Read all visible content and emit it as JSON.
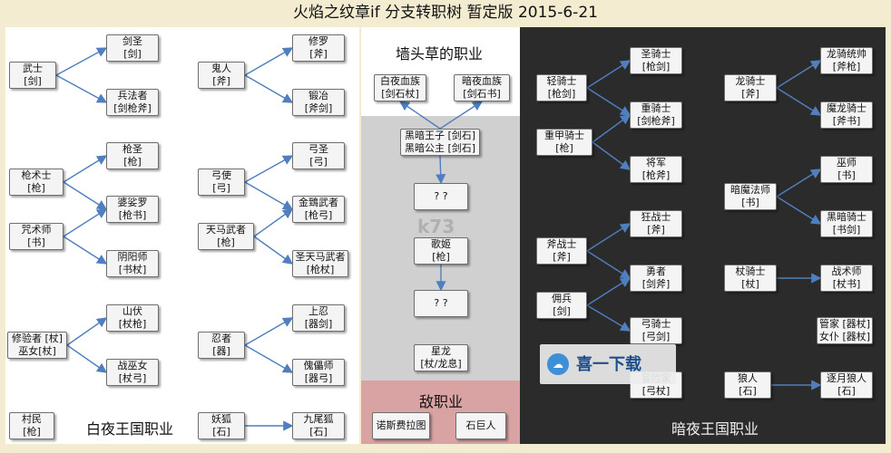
{
  "title": "火焰之纹章if 分支转职树 暂定版 2015-6-21",
  "panels": {
    "white": "白夜王国职业",
    "wall": "墙头草的职业",
    "enemy": "敌职业",
    "dark": "暗夜王国职业"
  },
  "nodes": {
    "bushi": [
      "武士",
      "[剑]"
    ],
    "kensei": [
      "剑圣",
      "[剑]"
    ],
    "heihosha": [
      "兵法者",
      "[剑枪斧]"
    ],
    "yarikenshi": [
      "枪术士",
      "[枪]"
    ],
    "yarisei": [
      "枪圣",
      "[枪]"
    ],
    "basara": [
      "婆娑罗",
      "[枪书]"
    ],
    "jujutsushi": [
      "咒术师",
      "[书]"
    ],
    "onmyouji": [
      "阴阳师",
      "[书杖]"
    ],
    "shugyosha": [
      "修验者 [杖]",
      "巫女[杖]"
    ],
    "yamabushi": [
      "山伏",
      "[杖枪]"
    ],
    "senmiko": [
      "战巫女",
      "[杖弓]"
    ],
    "sonmin": [
      "村民",
      "[枪]"
    ],
    "oni": [
      "鬼人",
      "[斧]"
    ],
    "shura": [
      "修罗",
      "[斧]"
    ],
    "kaji": [
      "锻冶",
      "[斧剑]"
    ],
    "yumitsukai": [
      "弓使",
      "[弓]"
    ],
    "yumisei": [
      "弓圣",
      "[弓]"
    ],
    "kinshi": [
      "金鵄武者",
      "[枪弓]"
    ],
    "tenma": [
      "天马武者",
      "[枪]"
    ],
    "seitenma": [
      "圣天马武者",
      "[枪杖]"
    ],
    "ninja": [
      "忍者",
      "[器]"
    ],
    "jonin": [
      "上忍",
      "[器剑]"
    ],
    "kugutsu": [
      "傀儡师",
      "[器弓]"
    ],
    "youko": [
      "妖狐",
      "[石]"
    ],
    "kyuubi": [
      "九尾狐",
      "[石]"
    ],
    "byakuya": [
      "白夜血族",
      "[剑石杖]"
    ],
    "anya": [
      "暗夜血族",
      "[剑石书]"
    ],
    "prince": [
      "黑暗王子 [剑石]",
      "黑暗公主 [剑石]"
    ],
    "unknown1": [
      "? ?"
    ],
    "utahime": [
      "歌姬",
      "[枪]"
    ],
    "unknown2": [
      "? ?"
    ],
    "seiryu": [
      "星龙",
      "[杖/龙息]"
    ],
    "nosferatu": [
      "诺斯费拉图"
    ],
    "golem": [
      "石巨人"
    ],
    "light_knight": [
      "轻骑士",
      "[枪剑]"
    ],
    "paladin": [
      "圣骑士",
      "[枪剑]"
    ],
    "heavy_knight": [
      "重甲骑士",
      "[枪]"
    ],
    "great_knight": [
      "重骑士",
      "[剑枪斧]"
    ],
    "general": [
      "将军",
      "[枪斧]"
    ],
    "axe_fighter": [
      "斧战士",
      "[斧]"
    ],
    "berserker": [
      "狂战士",
      "[斧]"
    ],
    "warrior": [
      "勇者",
      "[剑斧]"
    ],
    "mercenary": [
      "佣兵",
      "[剑]"
    ],
    "bow_knight": [
      "弓骑士",
      "[弓剑]"
    ],
    "adventurer": [
      "冒险家",
      "[弓杖]"
    ],
    "dragon_knight": [
      "龙骑士",
      "[斧]"
    ],
    "dragon_master": [
      "龙骑统帅",
      "[斧枪]"
    ],
    "malig_knight": [
      "魔龙骑士",
      "[斧书]"
    ],
    "dark_mage": [
      "暗魔法师",
      "[书]"
    ],
    "sorcerer": [
      "巫师",
      "[书]"
    ],
    "dark_knight": [
      "黑暗骑士",
      "[书剑]"
    ],
    "troubadour": [
      "杖骑士",
      "[杖]"
    ],
    "strategist": [
      "战术师",
      "[杖书]"
    ],
    "maid": [
      "管家 [器杖]",
      "女仆 [器杖]"
    ],
    "wolfskin": [
      "狼人",
      "[石]"
    ],
    "wolfssegner": [
      "逐月狼人",
      "[石]"
    ]
  },
  "watermarks": {
    "k73": "k73",
    "brand": "喜一下载"
  },
  "colors": {
    "background": "#f3ecd1",
    "white_panel": "#ffffff",
    "wall_panel": "#d0d0d0",
    "enemy_panel": "#d9a3a3",
    "dark_panel": "#2b2b2b",
    "arrow": "#4f7fbf"
  }
}
